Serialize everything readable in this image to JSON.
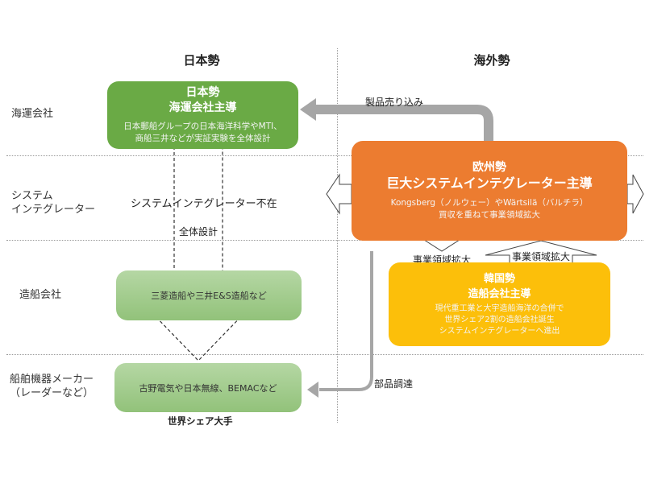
{
  "columns": {
    "japan_header": "日本勢",
    "overseas_header": "海外勢"
  },
  "rows": [
    {
      "label": "海運会社"
    },
    {
      "label_line1": "システム",
      "label_line2": "インテグレーター"
    },
    {
      "label": "造船会社"
    },
    {
      "label_line1": "船舶機器メーカー",
      "label_line2": "（レーダーなど）"
    }
  ],
  "japan": {
    "shipping_box": {
      "title_line1": "日本勢",
      "title_line2": "海運会社主導",
      "desc_line1": "日本郵船グループの日本海洋科学やMTI、",
      "desc_line2": "商船三井などが実証実験を全体設計"
    },
    "integrator_absent": "システムインテグレーター不在",
    "overall_design": "全体設計",
    "shipbuilder_box": "三菱造船や三井E&S造船など",
    "equipment_box": "古野電気や日本無線、BEMACなど",
    "equipment_caption": "世界シェア大手"
  },
  "overseas": {
    "europe_box": {
      "title_line1": "欧州勢",
      "title_line2": "巨大システムインテグレーター主導",
      "desc_line1": "Kongsberg（ノルウェー）やWärtsilä（バルチラ）",
      "desc_line2": "買収を重ねて事業領域拡大"
    },
    "korea_box": {
      "title_line1": "韓国勢",
      "title_line2": "造船会社主導",
      "desc_line1": "現代重工業と大宇造船海洋の合併で",
      "desc_line2": "世界シェア2割の造船会社誕生",
      "desc_line3": "システムインテグレーターへ進出"
    },
    "arrow_product_sales": "製品売り込み",
    "arrow_expand_down": "事業領域拡大",
    "arrow_expand_up": "事業領域拡大",
    "arrow_parts_procurement": "部品調達"
  },
  "colors": {
    "japan_shipping": "#6aaa45",
    "japan_light": "#a5cd8f",
    "europe": "#ec7c30",
    "korea": "#fcbf0a",
    "flow_arrow": "#a6a6a6"
  }
}
